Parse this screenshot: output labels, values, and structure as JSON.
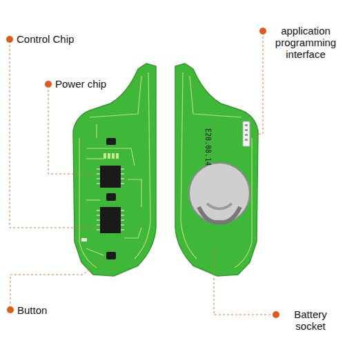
{
  "diagram": {
    "labels": [
      "Control Chip",
      "Power chip",
      "Button",
      "application programming interface",
      "Battery socket",
      "E20.08.14"
    ]
  }
}
